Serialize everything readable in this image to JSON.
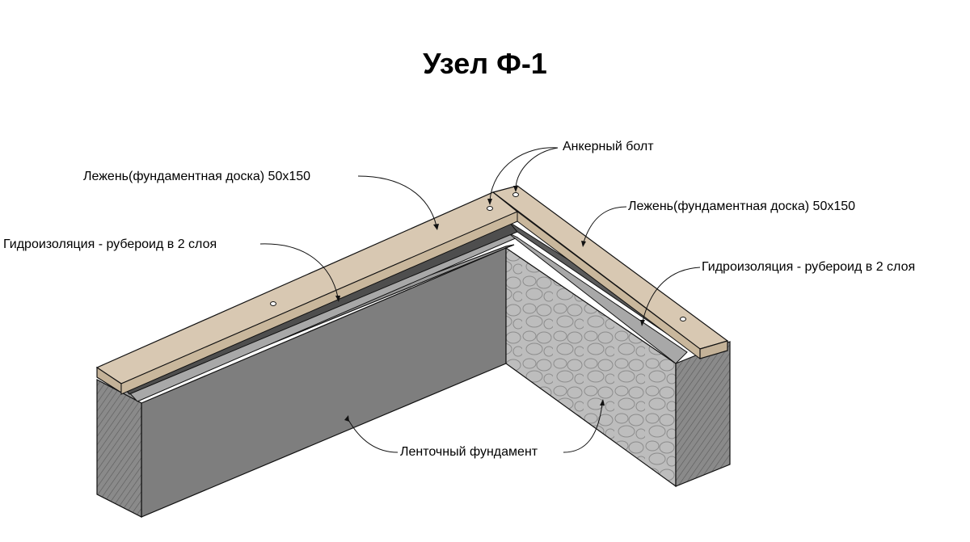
{
  "title": "Узел Ф-1",
  "labels": {
    "anchor_bolt": "Анкерный болт",
    "sill_left": "Лежень(фундаментная доска) 50x150",
    "sill_right": "Лежень(фундаментная доска) 50x150",
    "waterproof_left": "Гидроизоляция - рубероид в 2 слоя",
    "waterproof_right": "Гидроизоляция - рубероид в 2 слоя",
    "foundation": "Ленточный фундамент"
  },
  "colors": {
    "wood": "#d8c8b2",
    "wood_dark": "#c4b298",
    "waterproof_top": "#6b6b6b",
    "waterproof_dark": "#4a4a4a",
    "concrete_top": "#9a9a9a",
    "concrete_face": "#7e7e7e",
    "concrete_inner": "#bdbdbd",
    "concrete_end": "#8a8a8a",
    "outline": "#111111"
  }
}
